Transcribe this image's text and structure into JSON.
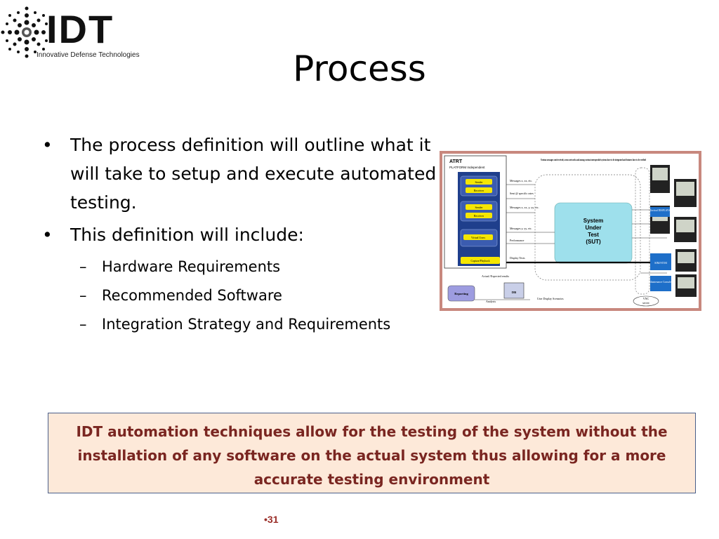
{
  "logo": {
    "wordmark": "IDT",
    "tagline": "Innovative Defense Technologies"
  },
  "slide": {
    "title": "Process",
    "bullets": [
      "The process definition will outline what it will take to setup and execute automated testing.",
      "This definition will include:"
    ],
    "sub_bullets": [
      "Hardware Requirements",
      "Recommended Software",
      "Integration Strategy and Requirements"
    ],
    "sub_bullet_marker": "–",
    "bullet_marker": "•",
    "callout": "IDT automation techniques allow for the testing of the system without the installation of any software on the actual system thus allowing for a more accurate testing environment",
    "page_number": "•31"
  },
  "diagram": {
    "atrt_title": "ATRT",
    "atrt_subtitle": "PLATFORM Independent",
    "blocks": [
      "Sender",
      "Receiver",
      "Sender",
      "Receiver",
      "Virtual Users",
      "Capture/Playback",
      "Reporting",
      "DB"
    ],
    "top_note": "Various messages sent/received; across networks and among various interoperable systems have to be integrated and features have to be verified",
    "messages": [
      "Messages x, xx, etc.",
      "Sent @ specific rates",
      "Messages x, xx, y, yy, etc.",
      "Messages y, yy, etc.",
      "Performance",
      "Display Tests",
      "Actual /Expected results",
      "Analysis",
      "User Display Scenarios"
    ],
    "sut": [
      "System",
      "Under",
      "Test",
      "(SUT)"
    ],
    "right_labels": [
      "Tactical DISPLAYS",
      "SIM/STIM",
      "Maintenance Consoles"
    ],
    "vnc": [
      "VNC",
      "server"
    ],
    "colors": {
      "atrt_bg": "#1f3f8c",
      "block_fill": "#f5e600",
      "sut_fill": "#9ee0ec",
      "sim_fill": "#1e6fc9",
      "reporting_fill": "#9d9ce0",
      "frame": "#c8887e"
    }
  }
}
